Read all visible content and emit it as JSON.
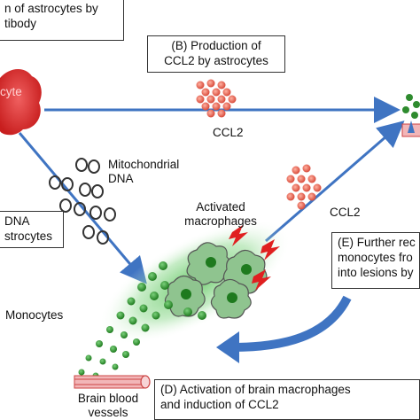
{
  "box_a": {
    "line1": "n of astrocytes by",
    "line2": "tibody"
  },
  "box_b": {
    "line1": "(B) Production of",
    "line2": "CCL2 by astrocytes"
  },
  "box_c": {
    "line1": "DNA",
    "line2": "strocytes"
  },
  "box_d": {
    "line1": "(D) Activation of brain macrophages",
    "line2": "and induction of CCL2"
  },
  "box_e": {
    "line1": "(E) Further rec",
    "line2": "monocytes fro",
    "line3": "into lesions by"
  },
  "labels": {
    "astrocyte": "cyte",
    "ccl2_top": "CCL2",
    "ccl2_mid": "CCL2",
    "mito_line1": "Mitochondrial",
    "mito_line2": "DNA",
    "activated_line1": "Activated",
    "activated_line2": "macrophages",
    "monocytes": "Monocytes",
    "vessels_line1": "Brain blood",
    "vessels_line2": "vessels"
  },
  "colors": {
    "astrocyte": "#d82a2a",
    "ccl2_dot": "#e05a4a",
    "arrow_blue": "#3f74c2",
    "monocyte_green": "#2e8b2e",
    "macrophage_fill": "#8fc48f",
    "lightning_red": "#e02020",
    "vessel_pink": "#f2b6b8"
  }
}
